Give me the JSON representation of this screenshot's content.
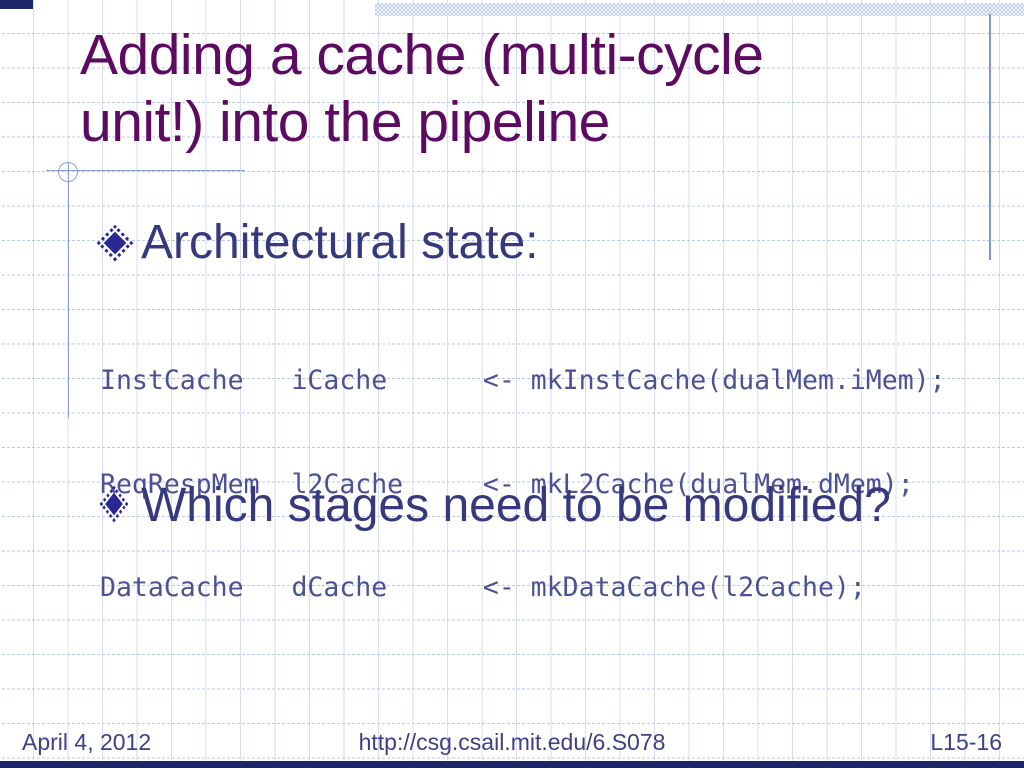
{
  "slide": {
    "title_lines": {
      "line1": "Adding a cache (multi-cycle",
      "line2": "unit!) into the pipeline"
    },
    "bullets": [
      {
        "label": "Architectural state:",
        "icon": "diamond-bullet-icon"
      },
      {
        "label": "Which stages need to be modified?",
        "icon": "diamond-bullet-icon"
      }
    ],
    "code_lines": {
      "line1": "InstCache   iCache      <- mkInstCache(dualMem.iMem);",
      "line2": "ReqRespMem  l2Cache     <- mkL2Cache(dualMem.dMem);",
      "line3": "DataCache   dCache      <- mkDataCache(l2Cache);"
    },
    "footer": {
      "date": "April 4, 2012",
      "url": "http://csg.csail.mit.edu/6.S078",
      "slide_number": "L15-16"
    },
    "colors": {
      "title_text": "#5d0a61",
      "body_text": "#37397e",
      "code_text": "#4c5195",
      "footer_text": "#3d4184",
      "accent_navy": "#1c2666",
      "band_blue": "#c3d0ec",
      "ornament_line": "#8aa0d4",
      "grid_line": "#b2c3e9"
    }
  }
}
